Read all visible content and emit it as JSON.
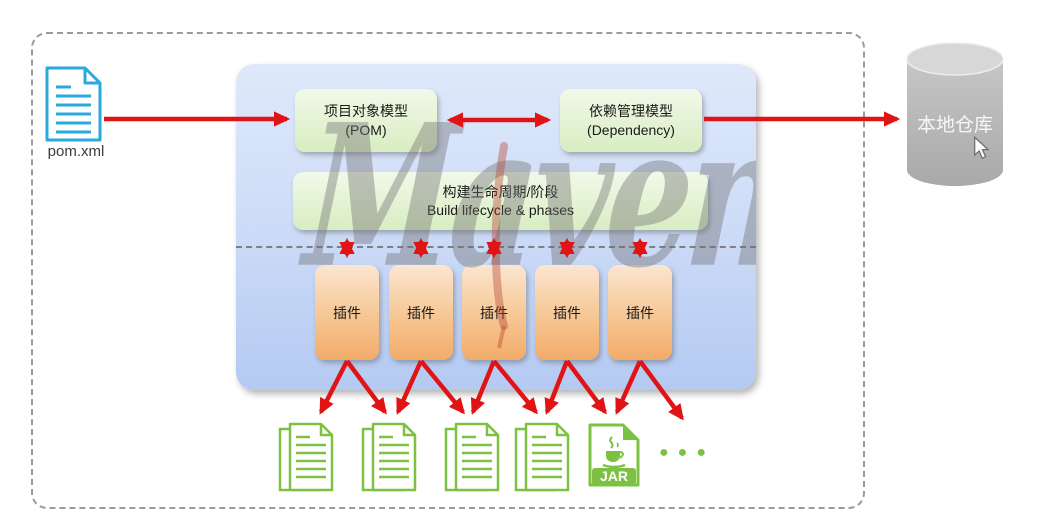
{
  "pom_file": {
    "label": "pom.xml"
  },
  "maven": {
    "watermark": "Maven",
    "pom_box": {
      "line1": "项目对象模型",
      "line2": "(POM)"
    },
    "dependency_box": {
      "line1": "依赖管理模型",
      "line2": "(Dependency)"
    },
    "lifecycle_box": {
      "line1": "构建生命周期/阶段",
      "line2": "Build lifecycle & phases"
    },
    "plugins": [
      {
        "label": "插件"
      },
      {
        "label": "插件"
      },
      {
        "label": "插件"
      },
      {
        "label": "插件"
      },
      {
        "label": "插件"
      }
    ]
  },
  "local_repository": {
    "label": "本地仓库"
  },
  "outputs": {
    "jar_label": "JAR",
    "ellipsis": "●●●"
  },
  "colors": {
    "arrow_red": "#e01414",
    "container_blue_top": "#dfe9fb",
    "container_blue_bottom": "#b4caf2",
    "green_box": "#d8edc2",
    "orange_box": "#f2ab69",
    "doc_green": "#7cc142",
    "pom_cyan": "#2aa9dc",
    "repo_gray": "#b5b5b5",
    "dashed_border_gray": "#9b9b9b"
  }
}
